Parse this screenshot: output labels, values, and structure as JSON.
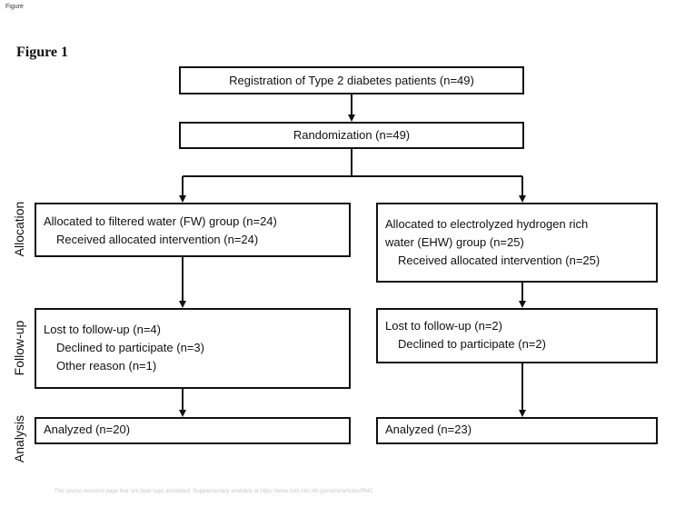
{
  "page_label": "Figure",
  "figure_title": "Figure 1",
  "boxes": {
    "registration": "Registration of Type 2 diabetes patients (n=49)",
    "randomization": "Randomization (n=49)",
    "fw_alloc": [
      "Allocated to filtered water (FW) group (n=24)",
      "Received allocated intervention (n=24)"
    ],
    "ehw_alloc": [
      "Allocated to electrolyzed hydrogen rich",
      "water (EHW) group (n=25)",
      "Received allocated intervention (n=25)"
    ],
    "fw_followup": [
      "Lost to follow-up (n=4)",
      "Declined to participate (n=3)",
      "Other reason (n=1)"
    ],
    "ehw_followup": [
      "Lost to follow-up (n=2)",
      "Declined to participate (n=2)"
    ],
    "fw_analysis": "Analyzed (n=20)",
    "ehw_analysis": "Analyzed (n=23)"
  },
  "stage_labels": {
    "allocation": "Allocation",
    "followup": "Follow-up",
    "analysis": "Analysis"
  },
  "footer_note": "The source resource page that 'em bear says annotated. Supplementary available at https://www.ncbi.nlm.nih.gov/pmc/articles/PMC"
}
